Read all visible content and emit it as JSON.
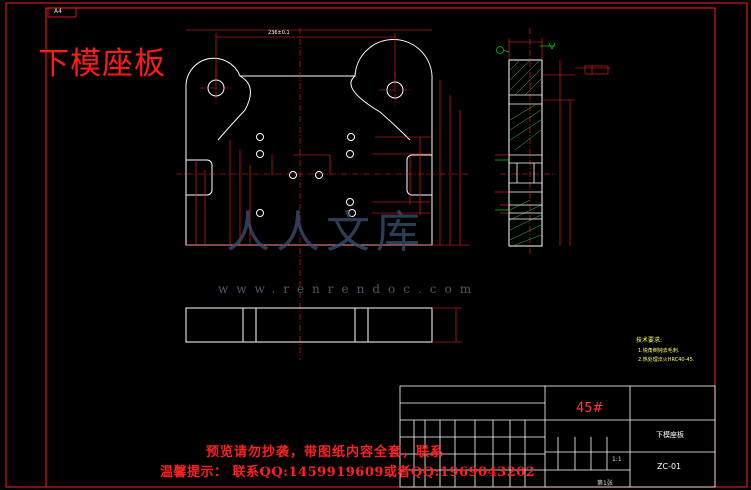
{
  "drawing": {
    "sheet_tag": "A4",
    "title": "下模座板",
    "material": "45#",
    "part_name": "下模座板",
    "part_code": "ZC-01",
    "scale": "1:1",
    "sheet_label": "第1张",
    "width_dim": "236±0.1"
  },
  "tech_requirements": {
    "heading": "技术要求:",
    "line1": "1.锐角倒钝去毛刺.",
    "line2": "2.热处理淬火HRC40-45."
  },
  "watermark": {
    "text": "人人文库",
    "url": "www.renrendoc.com"
  },
  "notices": {
    "line1": "预览请勿抄袭，带图纸内容全套，联系",
    "line2": "温馨提示： 联系QQ:1459919609或者QQ:1969043202"
  },
  "colors": {
    "border": "#ff2020",
    "outline": "#ffffff",
    "dimension": "#ff2020",
    "centerline": "#ff2020",
    "leader": "#00ff00",
    "hatch": "#33cc33"
  }
}
